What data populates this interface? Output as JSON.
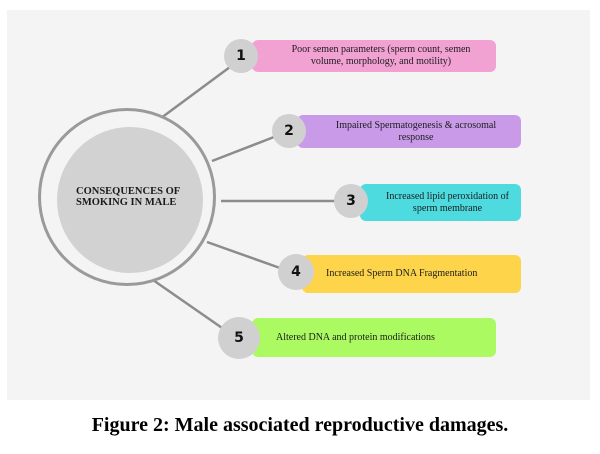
{
  "diagram": {
    "center_label": "CONSEQUENCES OF SMOKING IN MALE",
    "items": [
      {
        "number": "1",
        "text": "Poor semen parameters (sperm count, semen volume, morphology, and motility)",
        "color": "#f1a1d2"
      },
      {
        "number": "2",
        "text": "Impaired Spermatogenesis & acrosomal response",
        "color": "#c99ae8"
      },
      {
        "number": "3",
        "text": "Increased lipid peroxidation of sperm membrane",
        "color": "#4ddbe0"
      },
      {
        "number": "4",
        "text": "Increased Sperm DNA Fragmentation",
        "color": "#fed54a"
      },
      {
        "number": "5",
        "text": "Altered DNA and protein modifications",
        "color": "#acfa62"
      }
    ],
    "connector_color": "#8c8c8c",
    "badge_color": "#d0d0d0",
    "ring_color": "#9a9a9a",
    "disc_color": "#d2d2d2"
  },
  "caption": "Figure 2: Male associated reproductive damages."
}
